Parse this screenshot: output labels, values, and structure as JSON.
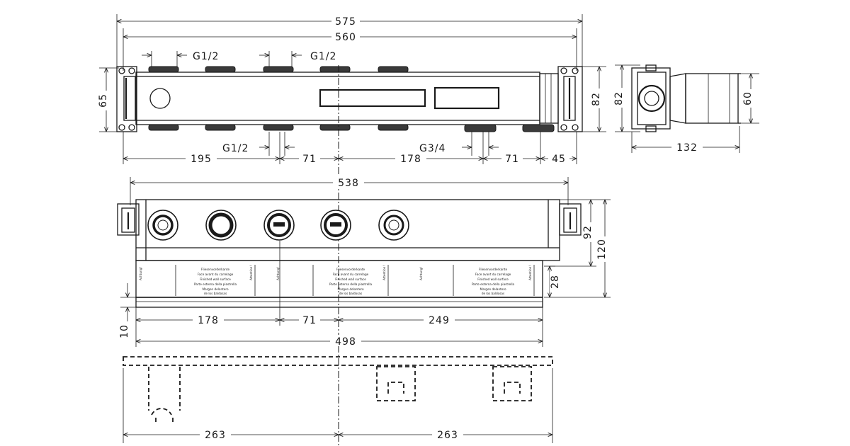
{
  "drawing": {
    "top_view": {
      "dims": {
        "overall_575": "575",
        "inner_560": "560",
        "height_65": "65",
        "height_82": "82",
        "left_195": "195",
        "mid_71": "71",
        "mid_178": "178",
        "right_71": "71",
        "right_45": "45"
      },
      "threads": {
        "top_left": "G1/2",
        "top_right": "G1/2",
        "bottom_left": "G1/2",
        "bottom_right": "G3/4"
      }
    },
    "side_view": {
      "dims": {
        "height_82": "82",
        "height_60": "60",
        "depth_132": "132"
      }
    },
    "front_view": {
      "dims": {
        "width_538": "538",
        "height_92": "92",
        "height_120": "120",
        "band_28": "28",
        "offset_10": "10",
        "left_178": "178",
        "mid_71": "71",
        "right_249": "249",
        "base_498": "498"
      },
      "label_block": {
        "lines": [
          "Fliesenvorderkante",
          "Face avant du carrelage",
          "Finished wall surface",
          "Parte esterna della piastrella",
          "Margen delantero",
          "de los baldosas"
        ],
        "side_left": "Achtung!",
        "side_right": "Attention!"
      }
    },
    "bottom_view": {
      "dims": {
        "left_263": "263",
        "right_263": "263"
      }
    }
  }
}
